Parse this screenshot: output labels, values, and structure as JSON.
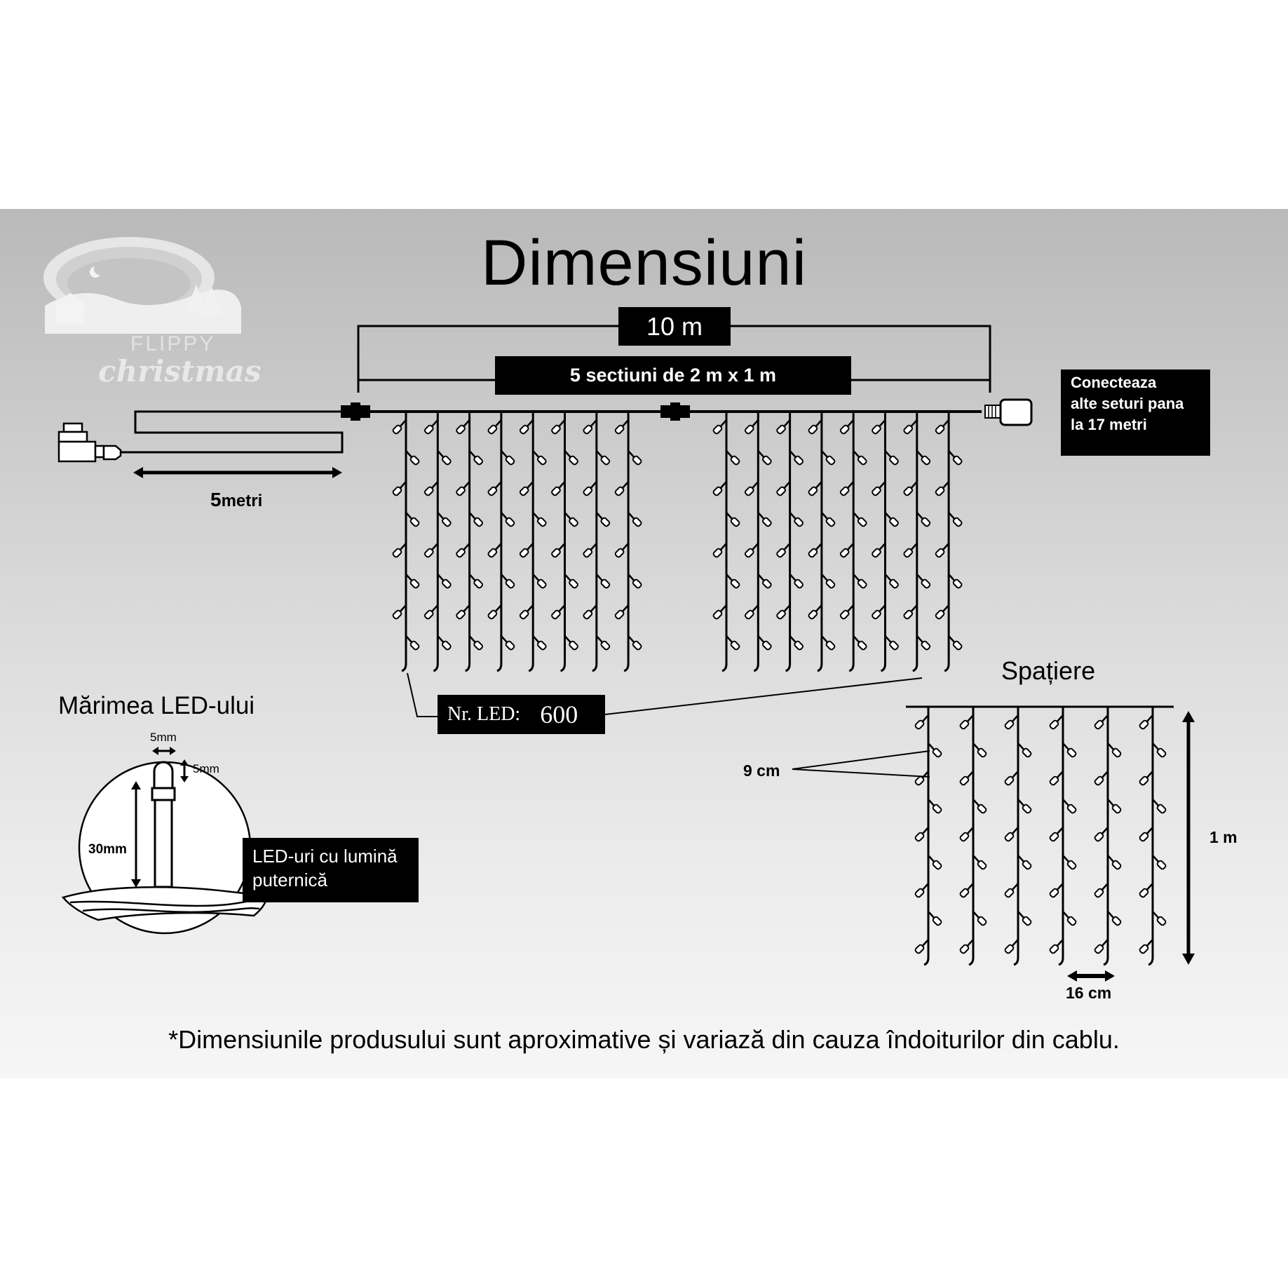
{
  "title": "Dimensiuni",
  "logo": {
    "line1": "FLIPPY",
    "line2": "christmas"
  },
  "dimensions": {
    "total_width": "10 m",
    "sections": "5 sectiuni de 2 m x 1 m",
    "lead_cable_number": "5",
    "lead_cable_unit": "metri"
  },
  "connect_note": [
    "Conecteaza",
    "alte seturi pana",
    "la 17 metri"
  ],
  "led_count": {
    "label": "Nr. LED:",
    "value": "600"
  },
  "led_size": {
    "heading": "Mărimea LED-ului",
    "width": "5mm",
    "height": "5mm",
    "length": "30mm",
    "type_lines": [
      "LED-uri cu lumină",
      "puternică"
    ]
  },
  "spacing": {
    "heading": "Spațiere",
    "vertical": "9 cm",
    "height": "1 m",
    "horizontal": "16 cm"
  },
  "footnote": "*Dimensiunile produsului sunt aproximative și variază din cauza îndoiturilor din cablu.",
  "colors": {
    "panel_top": "#b9b9b9",
    "panel_bottom": "#f6f6f6",
    "ink": "#000000",
    "led_fill": "#ffffff"
  }
}
